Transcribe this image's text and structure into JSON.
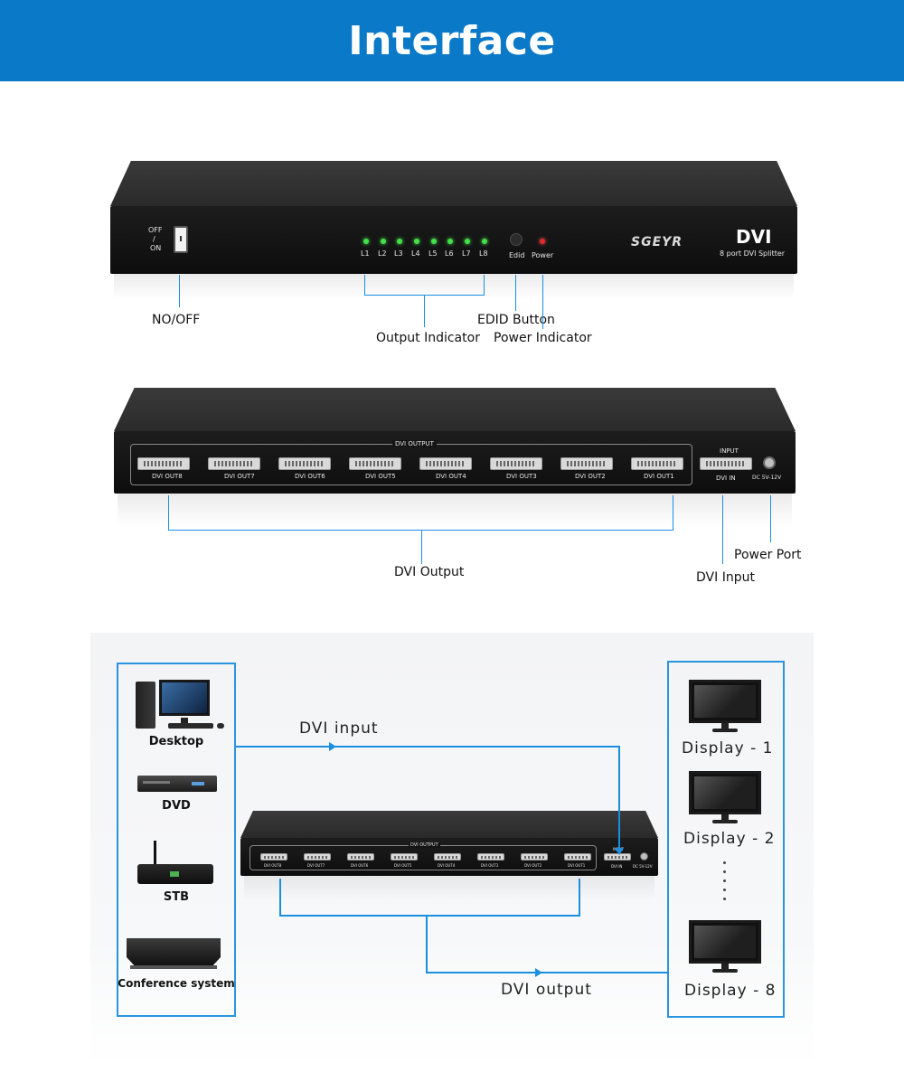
{
  "header": {
    "title": "Interface"
  },
  "front_panel": {
    "switch_off": "OFF",
    "switch_slash": "/",
    "switch_on": "ON",
    "led_labels": [
      "L1",
      "L2",
      "L3",
      "L4",
      "L5",
      "L6",
      "L7",
      "L8"
    ],
    "edid_label": "Edid",
    "power_label": "Power",
    "brand": "SGEYR",
    "model": "DVI",
    "model_sub": "8 port DVI Splitter",
    "callouts": {
      "no_off": "NO/OFF",
      "output_indicator": "Output Indicator",
      "edid_button": "EDID Button",
      "power_indicator": "Power Indicator"
    }
  },
  "rear_panel": {
    "output_group_label": "DVI OUTPUT",
    "outputs": [
      "DVI OUT8",
      "DVI OUT7",
      "DVI OUT6",
      "DVI OUT5",
      "DVI OUT4",
      "DVI OUT3",
      "DVI OUT2",
      "DVI OUT1"
    ],
    "input_group_label": "INPUT",
    "input_port_label": "DVI IN",
    "power_port_label": "DC 5V-12V",
    "callouts": {
      "dvi_output": "DVI Output",
      "dvi_input": "DVI Input",
      "power_port": "Power Port"
    }
  },
  "connection_diagram": {
    "sources": [
      "Desktop",
      "DVD",
      "STB",
      "Conference system"
    ],
    "displays": [
      "Display - 1",
      "Display - 2",
      "Display - 8"
    ],
    "input_flow_label": "DVI input",
    "output_flow_label": "DVI output",
    "accent_color": "#1a8fe0"
  },
  "colors": {
    "header_bg": "#0a79c8",
    "line": "#1a8fe0",
    "box_border": "#2a95df"
  }
}
